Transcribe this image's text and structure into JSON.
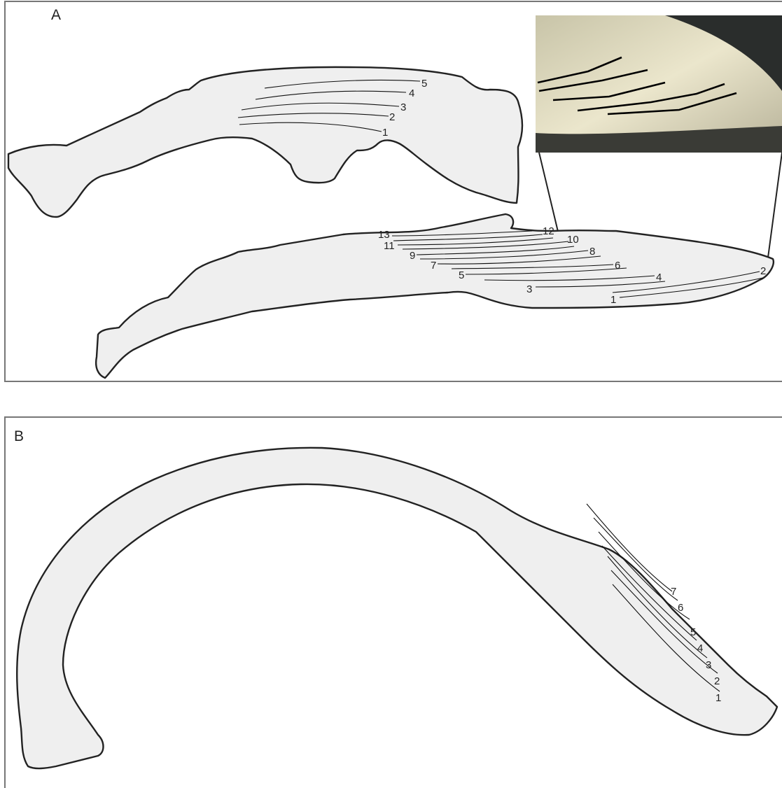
{
  "panels": [
    {
      "label": "A",
      "upper_lines": [
        "1",
        "2",
        "3",
        "4",
        "5"
      ],
      "lower_lines": [
        "1",
        "2",
        "3",
        "4",
        "5",
        "6",
        "7",
        "8",
        "9",
        "10",
        "11",
        "12",
        "13"
      ]
    },
    {
      "label": "B",
      "lines": [
        "1",
        "2",
        "3",
        "4",
        "5",
        "6",
        "7"
      ]
    }
  ],
  "colors": {
    "fill": "#efefef",
    "outline": "#222222",
    "frame": "#777777"
  }
}
